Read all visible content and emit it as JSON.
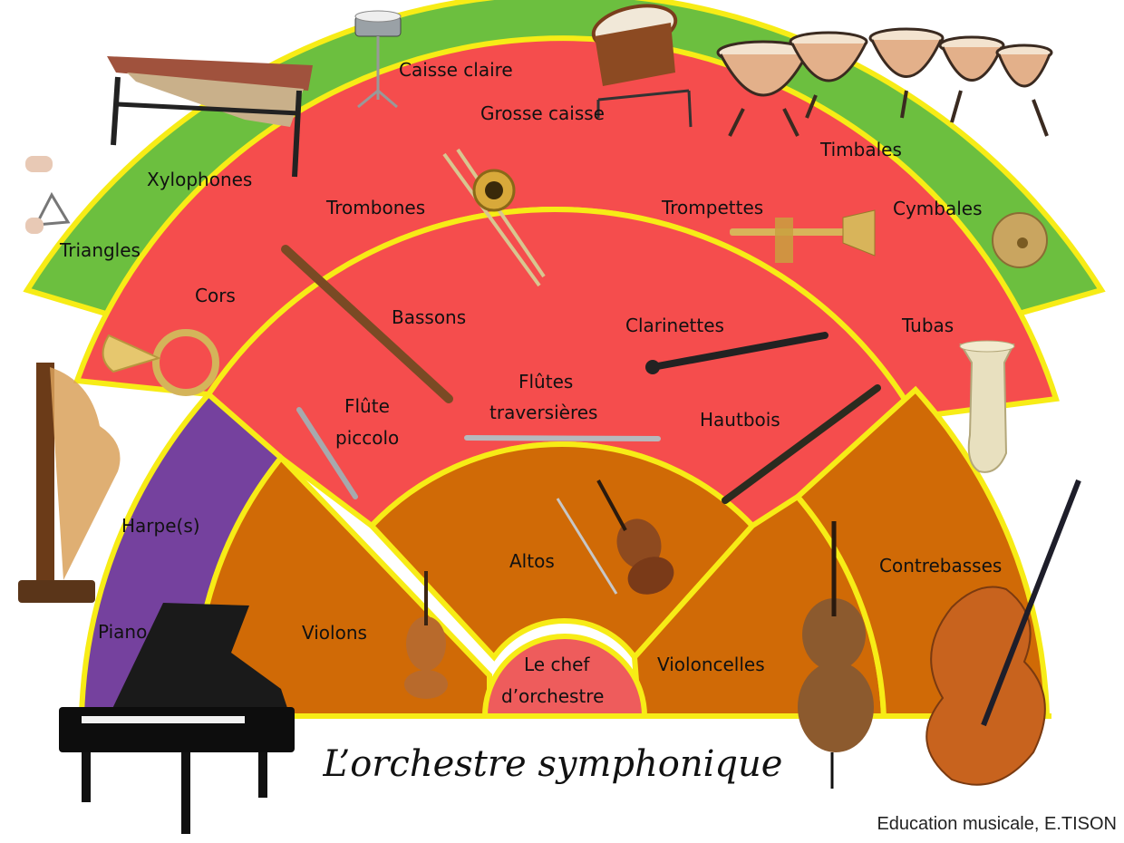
{
  "title": "L’orchestre symphonique",
  "credit": "Education musicale, E.TISON",
  "colors": {
    "percussion": "#6cbf3f",
    "brass": "#f54d4d",
    "woodwinds": "#f54d4d",
    "strings": "#d06a06",
    "harp_piano": "#75419e",
    "conductor": "#ee5c5c",
    "border": "#f7ec16"
  },
  "sections": {
    "percussion": [
      "Triangles",
      "Xylophones",
      "Caisse claire",
      "Grosse caisse",
      "Timbales",
      "Cymbales"
    ],
    "brass": [
      "Cors",
      "Trombones",
      "Trompettes",
      "Tubas"
    ],
    "woodwinds": [
      "Bassons",
      "Clarinettes",
      "Flûte",
      "piccolo",
      "Flûtes",
      "traversières",
      "Hautbois"
    ],
    "keyboard_harp": [
      "Harpe(s)",
      "Piano"
    ],
    "strings": [
      "Violons",
      "Altos",
      "Violoncelles",
      "Contrebasses"
    ],
    "conductor": [
      "Le chef",
      "d’orchestre"
    ]
  },
  "labels": {
    "triangles": "Triangles",
    "xylophones": "Xylophones",
    "caisse_claire": "Caisse claire",
    "grosse_caisse": "Grosse caisse",
    "timbales": "Timbales",
    "cymbales": "Cymbales",
    "cors": "Cors",
    "trombones": "Trombones",
    "trompettes": "Trompettes",
    "tubas": "Tubas",
    "bassons": "Bassons",
    "clarinettes": "Clarinettes",
    "flute_piccolo_1": "Flûte",
    "flute_piccolo_2": "piccolo",
    "flutes_trav_1": "Flûtes",
    "flutes_trav_2": "traversières",
    "hautbois": "Hautbois",
    "harpes": "Harpe(s)",
    "piano": "Piano",
    "violons": "Violons",
    "altos": "Altos",
    "violoncelles": "Violoncelles",
    "contrebasses": "Contrebasses",
    "chef_1": "Le chef",
    "chef_2": "d’orchestre"
  },
  "icons": [
    "xylophone-icon",
    "snare-drum-icon",
    "bass-drum-icon",
    "timpani-icon",
    "triangle-icon",
    "cymbals-icon",
    "french-horn-icon",
    "trombone-icon",
    "trumpet-icon",
    "tuba-icon",
    "bassoon-icon",
    "clarinet-icon",
    "piccolo-icon",
    "flute-icon",
    "oboe-icon",
    "harp-icon",
    "piano-icon",
    "violin-icon",
    "viola-icon",
    "cello-icon",
    "double-bass-icon"
  ]
}
